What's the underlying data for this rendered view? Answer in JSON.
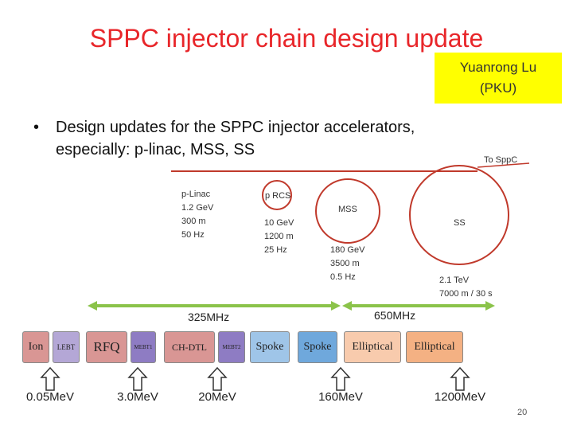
{
  "title": "SPPC injector chain design update",
  "author": {
    "line1": "Yuanrong Lu",
    "line2": "(PKU)"
  },
  "bullet": {
    "line1": "Design updates for the SPPC injector accelerators,",
    "line2": "especially: p-linac, MSS, SS"
  },
  "diagram": {
    "to_sppc": "To SppC",
    "plinac": {
      "label": "p-Linac",
      "energy": "1.2 GeV",
      "length": "300 m",
      "rate": "50 Hz"
    },
    "prcs": {
      "label": "p RCS",
      "energy": "10 GeV",
      "length": "1200 m",
      "rate": "25 Hz"
    },
    "mss": {
      "label": "MSS",
      "energy": "180 GeV",
      "length": "3500 m",
      "rate": "0.5 Hz"
    },
    "ss": {
      "label": "SS",
      "energy": "2.1 TeV",
      "length": "7000 m / 30 s"
    }
  },
  "frequencies": {
    "f1": "325MHz",
    "f2": "650MHz"
  },
  "boxes": {
    "ion": "Ion",
    "lebt": "LEBT",
    "rfq": "RFQ",
    "mebt1": "MEBT1",
    "chdtl": "CH-DTL",
    "mebt2": "MEBT2",
    "spoke1": "Spoke",
    "spoke2": "Spoke",
    "elliptical1": "Elliptical",
    "elliptical2": "Elliptical"
  },
  "energies": {
    "e1": "0.05MeV",
    "e2": "3.0MeV",
    "e3": "20MeV",
    "e4": "160MeV",
    "e5": "1200MeV"
  },
  "page_number": "20",
  "colors": {
    "title": "#e8262a",
    "author_bg": "#ffff00",
    "arrow_green": "#8bc34a",
    "ring_red": "#c0392b"
  }
}
